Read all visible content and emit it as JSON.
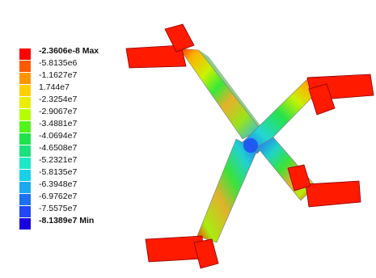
{
  "legend": {
    "max_label": "-2.3606e-8 Max",
    "min_label": "-8.1389e7 Min",
    "entries": [
      {
        "label": "-2.3606e-8 Max",
        "color": "#ff0000",
        "bold": true
      },
      {
        "label": "-5.8135e6",
        "color": "#ff5a00",
        "bold": false
      },
      {
        "label": "-1.1627e7",
        "color": "#ff9500",
        "bold": false
      },
      {
        "label": "1.744e7",
        "color": "#ffd000",
        "bold": false
      },
      {
        "label": "-2.3254e7",
        "color": "#e9ee00",
        "bold": false
      },
      {
        "label": "-2.9067e7",
        "color": "#b4ff00",
        "bold": false
      },
      {
        "label": "-3.4881e7",
        "color": "#53f41c",
        "bold": false
      },
      {
        "label": "-4.0694e7",
        "color": "#1fe24d",
        "bold": false
      },
      {
        "label": "-4.6508e7",
        "color": "#1ce07e",
        "bold": false
      },
      {
        "label": "-5.2321e7",
        "color": "#1ce8c6",
        "bold": false
      },
      {
        "label": "-5.8135e7",
        "color": "#1ad2e8",
        "bold": false
      },
      {
        "label": "-6.3948e7",
        "color": "#1aa9ef",
        "bold": false
      },
      {
        "label": "-6.9762e7",
        "color": "#1e6ff3",
        "bold": false
      },
      {
        "label": "-7.5575e7",
        "color": "#2247f4",
        "bold": false
      },
      {
        "label": "-8.1389e7 Min",
        "color": "#1a00e0",
        "bold": true
      }
    ]
  }
}
